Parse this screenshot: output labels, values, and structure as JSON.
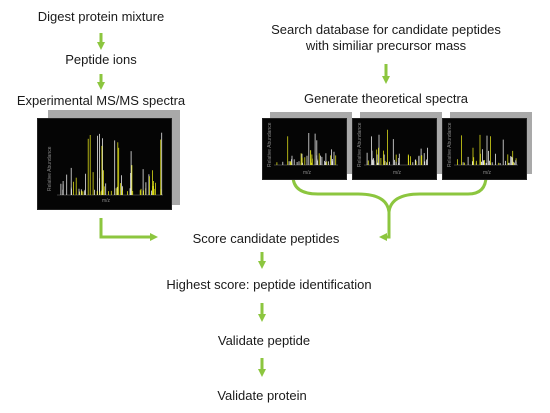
{
  "steps": {
    "digest": "Digest protein mixture",
    "peptide_ions": "Peptide ions",
    "experimental_spectra": "Experimental MS/MS spectra",
    "search_line1": "Search database for candidate peptides",
    "search_line2": "with similiar precursor mass",
    "theoretical": "Generate theoretical spectra",
    "score": "Score candidate peptides",
    "highest": "Highest score: peptide identification",
    "validate_peptide": "Validate peptide",
    "validate_protein": "Validate protein"
  },
  "spectrum_axes": {
    "ylabel": "Relative Abundance",
    "xlabel": "m/z"
  },
  "colors": {
    "arrow": "#8cc63f",
    "spectrum_bg": "#050505",
    "peak_white": "#e6e6e6",
    "peak_yellow": "#d9d919",
    "shadow": "#a9a9a9"
  }
}
